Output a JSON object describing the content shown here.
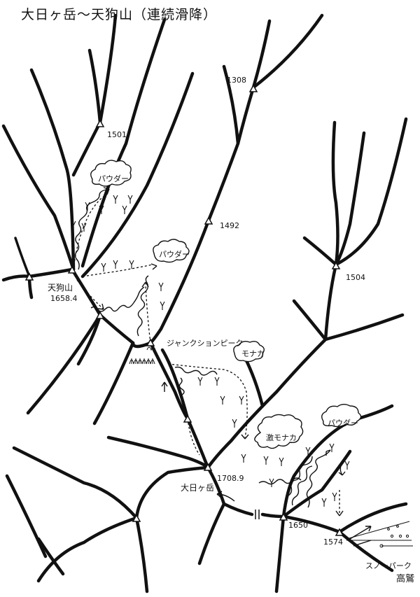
{
  "title": "大日ヶ岳～天狗山（連続滑降）",
  "peaks": {
    "p1308": "1308",
    "p1501": "1501",
    "p1492": "1492",
    "p1504": "1504",
    "tengu_name": "天狗山",
    "tengu_elev": "1658.4",
    "junction": "ジャンクションピーク",
    "dainichi_name": "大日ヶ岳",
    "dainichi_elev": "1708.9",
    "p1650": "1650",
    "p1574": "1574"
  },
  "snow_clouds": {
    "powder_1": "パウダー",
    "powder_2": "パウダー",
    "monaka": "モナカ",
    "geki_monaka": "激モナカ",
    "powder_3": "パウダー"
  },
  "area_labels": {
    "resort_1": "スノーパーク",
    "resort_2": "高鷲"
  },
  "icons": {
    "peak": "triangle-summit-icon",
    "tree": "conifer-tree-icon",
    "arrow": "direction-arrow-icon",
    "lift": "ski-lift-icon"
  }
}
